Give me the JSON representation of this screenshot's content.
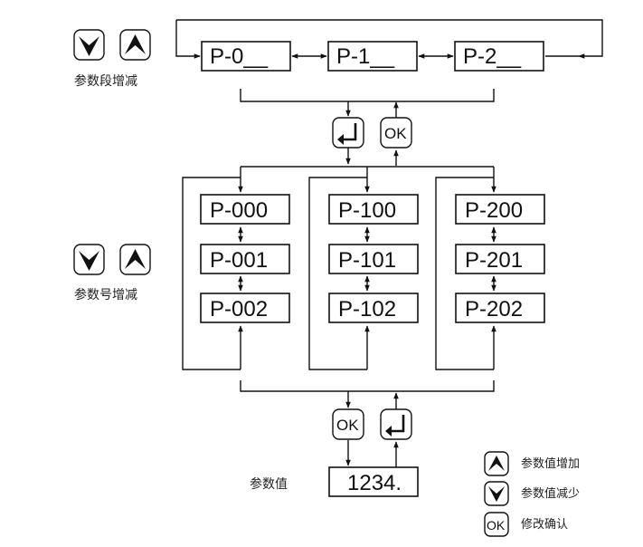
{
  "segments": [
    "P-0__",
    "P-1__",
    "P-2__"
  ],
  "segment_label": "参数段增减",
  "params": [
    [
      "P-000",
      "P-001",
      "P-002"
    ],
    [
      "P-100",
      "P-101",
      "P-102"
    ],
    [
      "P-200",
      "P-201",
      "P-202"
    ]
  ],
  "param_label": "参数号增减",
  "value_label": "参数值",
  "value": "1234.",
  "ok_label": "OK",
  "legend": {
    "up": "参数值增加",
    "down": "参数值减少",
    "ok": "修改确认"
  },
  "icons": {
    "up": "up-arrow-icon",
    "down": "down-arrow-icon",
    "enter": "enter-return-icon",
    "ok": "ok-icon"
  }
}
